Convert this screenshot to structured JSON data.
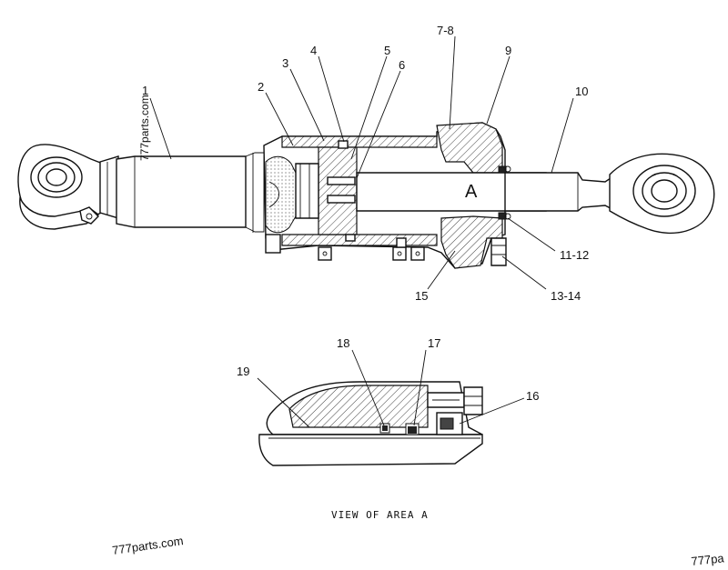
{
  "callouts": {
    "c1": "1",
    "c2": "2",
    "c3": "3",
    "c4": "4",
    "c5": "5",
    "c6": "6",
    "c7_8": "7-8",
    "c9": "9",
    "c10": "10",
    "c11_12": "11-12",
    "c13_14": "13-14",
    "c15": "15",
    "c16": "16",
    "c17": "17",
    "c18": "18",
    "c19": "19"
  },
  "area_label": "A",
  "caption": "VIEW OF AREA A",
  "watermarks": {
    "rotated": "777parts.com",
    "bottom_left": "777parts.com",
    "bottom_right": "777pa"
  }
}
